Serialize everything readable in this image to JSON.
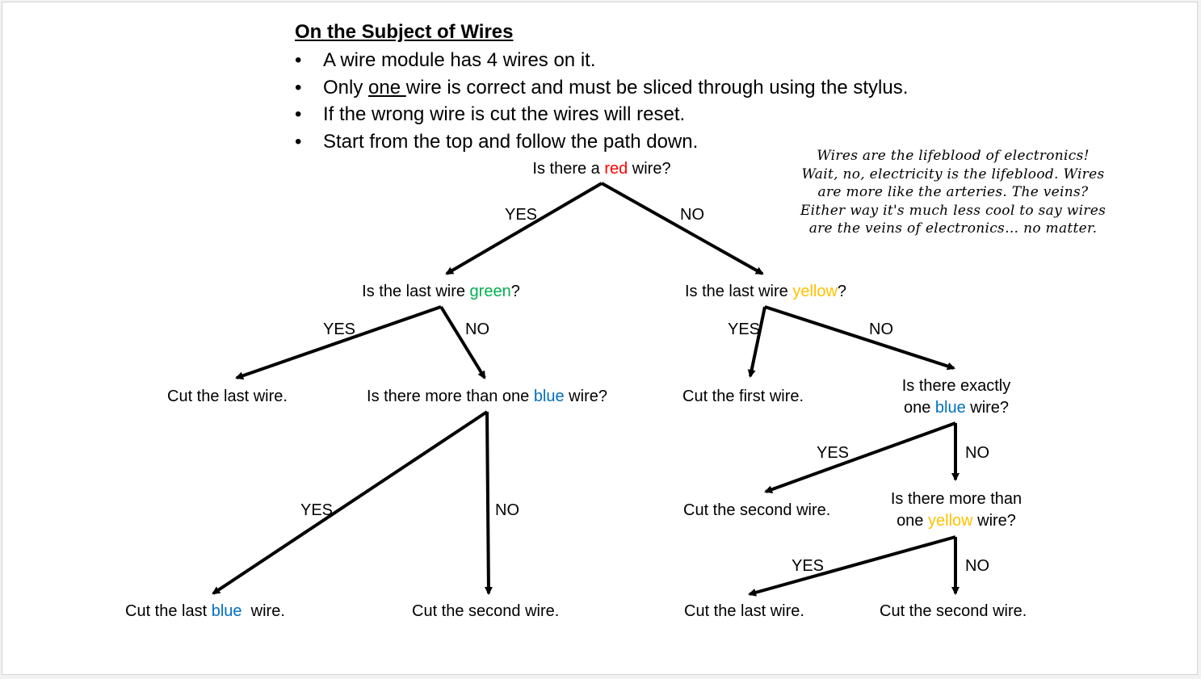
{
  "title": "On the Subject of Wires",
  "colors": {
    "red": "#ff0000",
    "green": "#00b050",
    "blue": "#0070c0",
    "yellow": "#ffc000"
  },
  "bullets": {
    "b1": "A wire module has 4 wires on it.",
    "b2_pre": "Only ",
    "b2_u": "one ",
    "b2_post": "wire is correct and must be sliced through using the stylus.",
    "b3": "If the wrong wire is cut the wires will reset.",
    "b4": "Start from the top and follow the path down."
  },
  "note": {
    "l1": "Wires are the lifeblood of electronics!",
    "l2": "Wait, no, electricity is the lifeblood. Wires",
    "l3": "are more like the arteries. The veins?",
    "l4": "Either way it's much less cool to say wires",
    "l5": "are the veins of electronics… no matter."
  },
  "yes": "YES",
  "no": "NO",
  "q_red": {
    "pre": "Is there a ",
    "color_word": "red",
    "post": " wire?"
  },
  "q_green": {
    "pre": "Is the last wire ",
    "color_word": "green",
    "post": "?"
  },
  "q_yellow": {
    "pre": "Is the last wire ",
    "color_word": "yellow",
    "post": "?"
  },
  "q_morethanblue": {
    "pre": "Is there more than one ",
    "color_word": "blue",
    "post": " wire?"
  },
  "q_oneblue": {
    "l1": "Is there exactly",
    "pre": "one ",
    "color_word": "blue",
    "post": " wire?"
  },
  "q_moreyellow": {
    "l1": "Is there more than",
    "pre": "one ",
    "color_word": "yellow",
    "post": " wire?"
  },
  "a_cut_last_1": "Cut the last wire.",
  "a_cut_first": "Cut the first wire.",
  "a_cut_last_blue": {
    "pre": "Cut the last ",
    "color_word": "blue",
    "post": "  wire."
  },
  "a_cut_second_1": "Cut the second wire.",
  "a_cut_second_2": "Cut the second wire.",
  "a_cut_last_2": "Cut the last wire.",
  "a_cut_second_3": "Cut the second wire."
}
